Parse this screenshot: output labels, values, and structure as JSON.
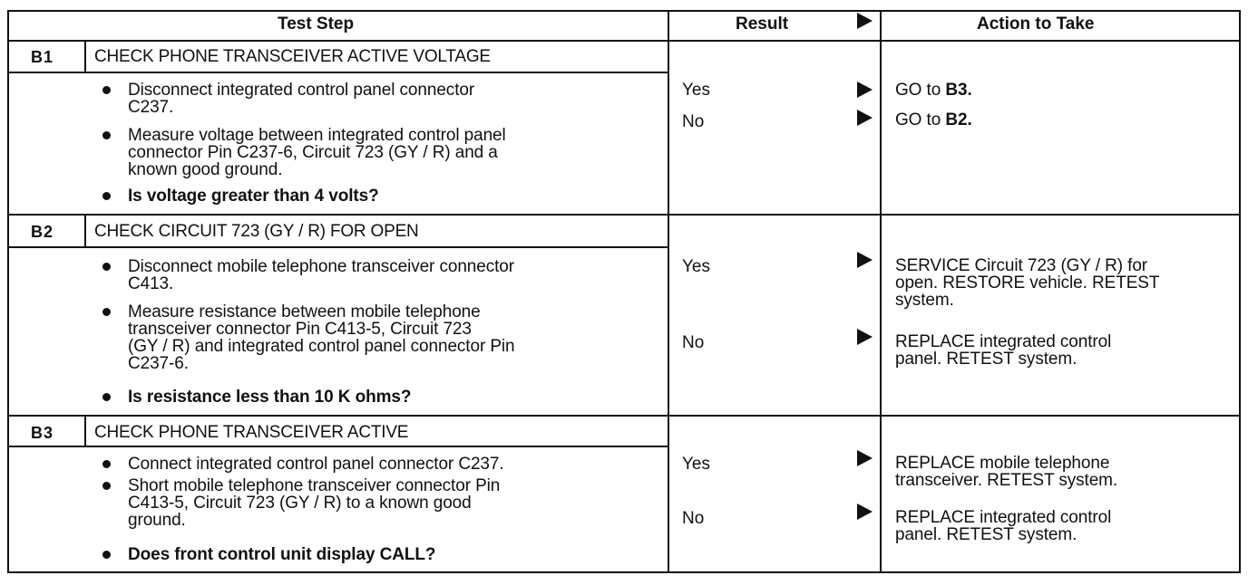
{
  "header": {
    "test_step": "Test Step",
    "result": "Result",
    "action": "Action to Take"
  },
  "steps": [
    {
      "id": "B1",
      "title": "CHECK PHONE TRANSCEIVER ACTIVE VOLTAGE",
      "bullets": [
        {
          "text": "Disconnect integrated control panel connector\nC237.",
          "bold": false
        },
        {
          "text": "Measure voltage between integrated control panel\nconnector Pin C237-6, Circuit 723 (GY / R) and a\nknown good ground.",
          "bold": false
        },
        {
          "text": "Is voltage greater than 4 volts?",
          "bold": true
        }
      ],
      "results": [
        {
          "result": "Yes",
          "action_prefix": "GO to ",
          "action_bold": "B3."
        },
        {
          "result": "No",
          "action_prefix": "GO to ",
          "action_bold": "B2."
        }
      ]
    },
    {
      "id": "B2",
      "title": "CHECK CIRCUIT 723 (GY / R) FOR OPEN",
      "bullets": [
        {
          "text": "Disconnect mobile telephone transceiver connector\nC413.",
          "bold": false
        },
        {
          "text": "Measure resistance between mobile telephone\ntransceiver connector Pin C413-5, Circuit 723\n(GY / R) and integrated control panel connector Pin\nC237-6.",
          "bold": false
        },
        {
          "text": "Is resistance less than 10 K ohms?",
          "bold": true
        }
      ],
      "results": [
        {
          "result": "Yes",
          "action": "SERVICE Circuit 723 (GY / R) for\nopen. RESTORE vehicle. RETEST\nsystem."
        },
        {
          "result": "No",
          "action": "REPLACE integrated control\npanel. RETEST system."
        }
      ]
    },
    {
      "id": "B3",
      "title": "CHECK PHONE TRANSCEIVER ACTIVE",
      "bullets": [
        {
          "text": "Connect integrated control panel connector C237.",
          "bold": false
        },
        {
          "text": "Short mobile telephone transceiver connector Pin\nC413-5, Circuit 723 (GY / R) to a known good\nground.",
          "bold": false
        },
        {
          "text": "Does front control unit display CALL?",
          "bold": true
        }
      ],
      "results": [
        {
          "result": "Yes",
          "action": "REPLACE mobile telephone\ntransceiver. RETEST system."
        },
        {
          "result": "No",
          "action": "REPLACE integrated control\npanel. RETEST system."
        }
      ]
    }
  ]
}
